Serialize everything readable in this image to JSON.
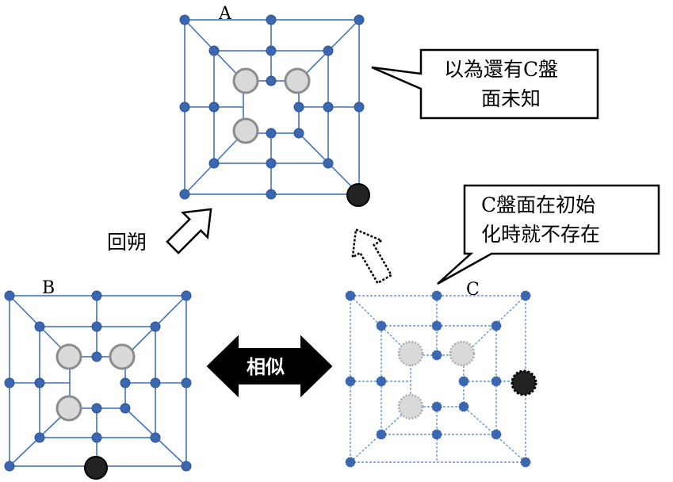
{
  "boards": {
    "a": {
      "label": "A"
    },
    "b": {
      "label": "B"
    },
    "c": {
      "label": "C"
    }
  },
  "arrows": {
    "rewind_label": "回朔",
    "similar_label": "相似"
  },
  "callouts": {
    "a": {
      "line1": "以為還有C盤",
      "line2": "面未知"
    },
    "c": {
      "line1": "C盤面在初始",
      "line2": "化時就不存在"
    }
  },
  "colors": {
    "board_line": "#4472c4",
    "node": "#3a67b0",
    "gray_piece": "#d9d9d9",
    "black_piece": "#222222"
  }
}
